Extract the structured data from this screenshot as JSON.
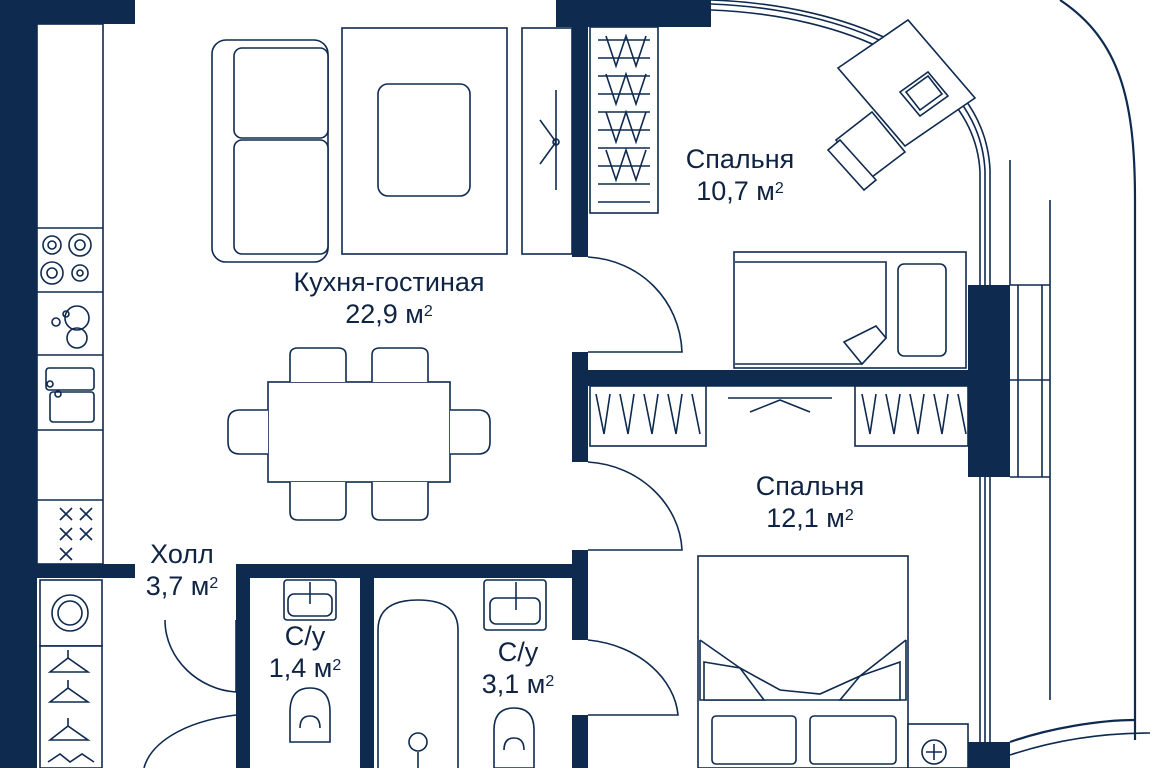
{
  "colors": {
    "wall": "#0f2a4f",
    "text": "#0f2342",
    "background": "#ffffff"
  },
  "rooms": {
    "living": {
      "name": "Кухня-гостиная",
      "area": "22,9 м"
    },
    "bedroom1": {
      "name": "Спальня",
      "area": "10,7 м"
    },
    "bedroom2": {
      "name": "Спальня",
      "area": "12,1 м"
    },
    "hall": {
      "name": "Холл",
      "area": "3,7 м"
    },
    "bath1": {
      "name": "С/у",
      "area": "1,4 м"
    },
    "bath2": {
      "name": "С/у",
      "area": "3,1 м"
    }
  },
  "unit_superscript": "2",
  "icons": [
    "sofa-icon",
    "armchair-icon",
    "tv-stand-icon",
    "wardrobe-icon",
    "desk-icon",
    "laptop-icon",
    "chair-icon",
    "single-bed-icon",
    "double-bed-icon",
    "dining-table-icon",
    "dining-chair-icon",
    "stove-icon",
    "sink-icon",
    "washing-machine-icon",
    "hanger-icon",
    "bathtub-icon",
    "toilet-icon",
    "washbasin-icon",
    "door-icon",
    "window-icon"
  ]
}
